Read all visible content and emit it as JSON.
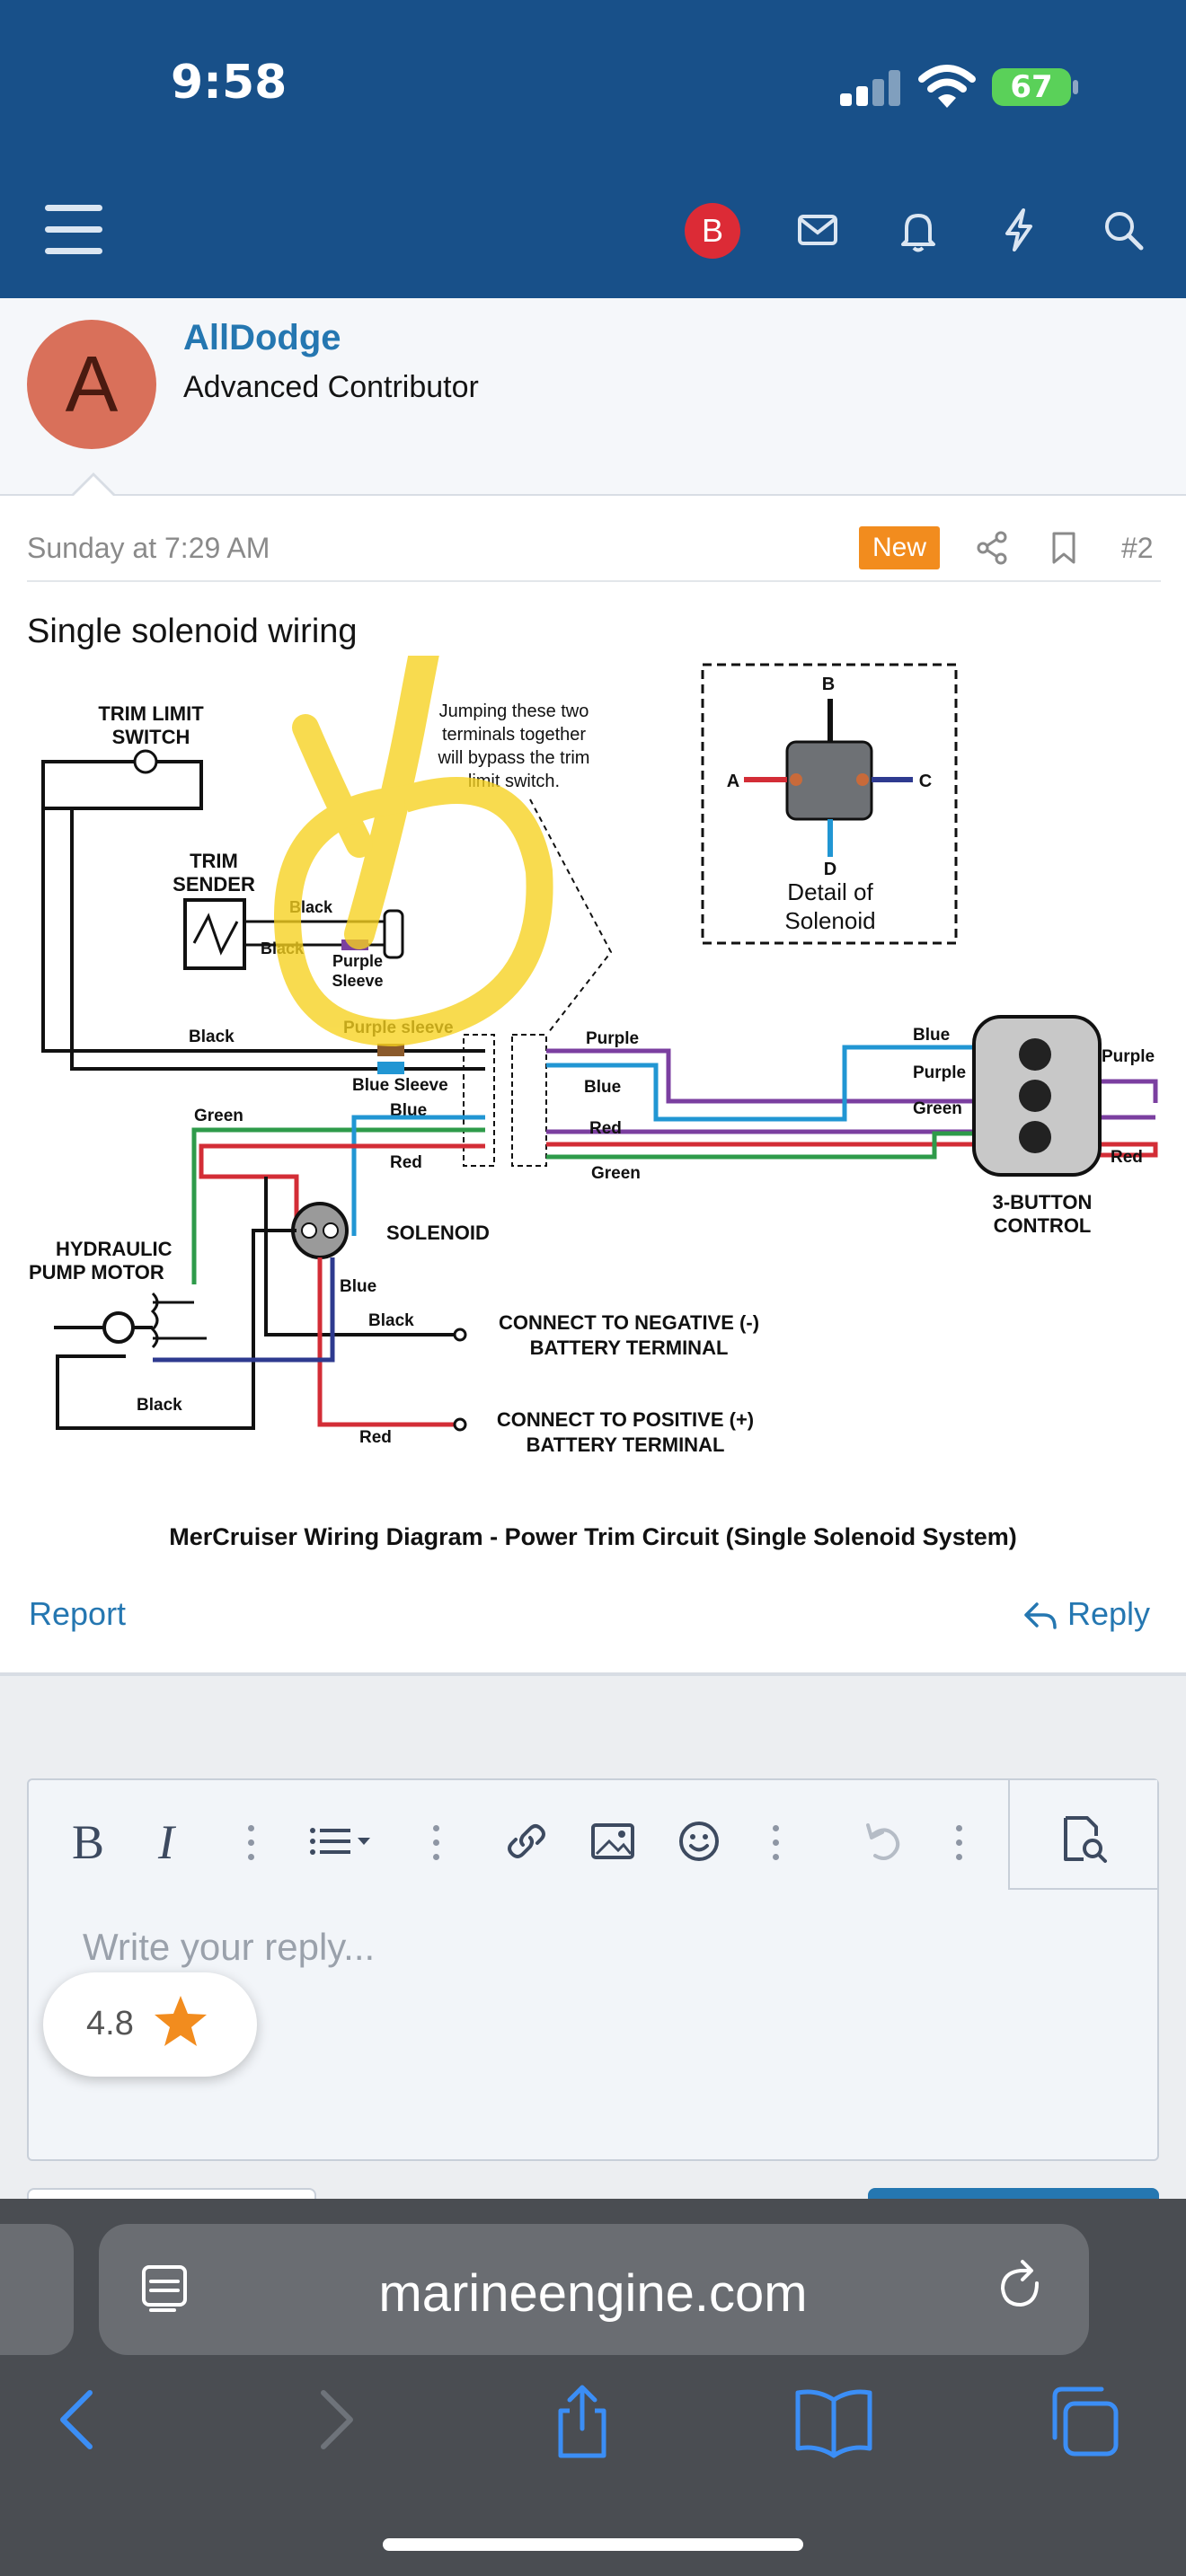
{
  "status": {
    "time": "9:58",
    "battery": "67"
  },
  "header": {
    "user_initial": "B",
    "icons": [
      "menu-icon",
      "mail-icon",
      "bell-icon",
      "bolt-icon",
      "search-icon"
    ]
  },
  "post": {
    "author": {
      "initial": "A",
      "name": "AllDodge",
      "title": "Advanced Contributor"
    },
    "date": "Sunday at 7:29 AM",
    "badge": "New",
    "number": "#2",
    "text": "Single solenoid wiring",
    "report_label": "Report",
    "reply_label": "Reply"
  },
  "diagram": {
    "caption": "MerCruiser Wiring Diagram - Power Trim Circuit (Single Solenoid System)",
    "labels": {
      "trim_limit_1": "TRIM LIMIT",
      "trim_limit_2": "SWITCH",
      "jump_1": "Jumping these two",
      "jump_2": "terminals together",
      "jump_3": "will bypass the trim",
      "jump_4": "limit switch.",
      "trim_sender_1": "TRIM",
      "trim_sender_2": "SENDER",
      "black_a": "Black",
      "black_b": "Black",
      "purple_sleeve_a1": "Purple",
      "purple_sleeve_a2": "Sleeve",
      "black_c": "Black",
      "purple_sleeve_b": "Purple sleeve",
      "blue_sleeve": "Blue Sleeve",
      "green_a": "Green",
      "blue_a": "Blue",
      "red_a": "Red",
      "hyd_1": "HYDRAULIC",
      "hyd_2": "PUMP MOTOR",
      "solenoid": "SOLENOID",
      "blue_b": "Blue",
      "black_d": "Black",
      "neg_1": "CONNECT TO NEGATIVE (-)",
      "neg_2": "BATTERY TERMINAL",
      "pos_1": "CONNECT TO POSITIVE (+)",
      "pos_2": "BATTERY TERMINAL",
      "black_e": "Black",
      "red_b": "Red",
      "purple_c": "Purple",
      "blue_c": "Blue",
      "red_c": "Red",
      "green_b": "Green",
      "blue_d": "Blue",
      "purple_d": "Purple",
      "green_c": "Green",
      "purple_e": "Purple",
      "red_d": "Red",
      "btn_ctrl_1": "3-BUTTON",
      "btn_ctrl_2": "CONTROL",
      "term_b": "B",
      "term_a": "A",
      "term_c": "C",
      "term_d": "D",
      "detail_1": "Detail of",
      "detail_2": "Solenoid"
    }
  },
  "editor": {
    "placeholder": "Write your reply...",
    "toolbar": [
      "bold",
      "italic",
      "more",
      "list",
      "more",
      "link",
      "image",
      "emoji",
      "more",
      "undo",
      "more",
      "preview"
    ],
    "bold_glyph": "B",
    "italic_glyph": "I"
  },
  "rating": {
    "value": "4.8"
  },
  "browser": {
    "url": "marineengine.com"
  },
  "colors": {
    "header": "#185089",
    "link": "#2577b1",
    "badge_new": "#f28c1e",
    "user_badge": "#dc2b36",
    "avatar": "#d9705a",
    "wire_blue": "#2196d3",
    "wire_purple": "#7b3fa0",
    "wire_green": "#2e9b4a",
    "wire_red": "#d32d36",
    "annotation": "#f7d21e"
  }
}
